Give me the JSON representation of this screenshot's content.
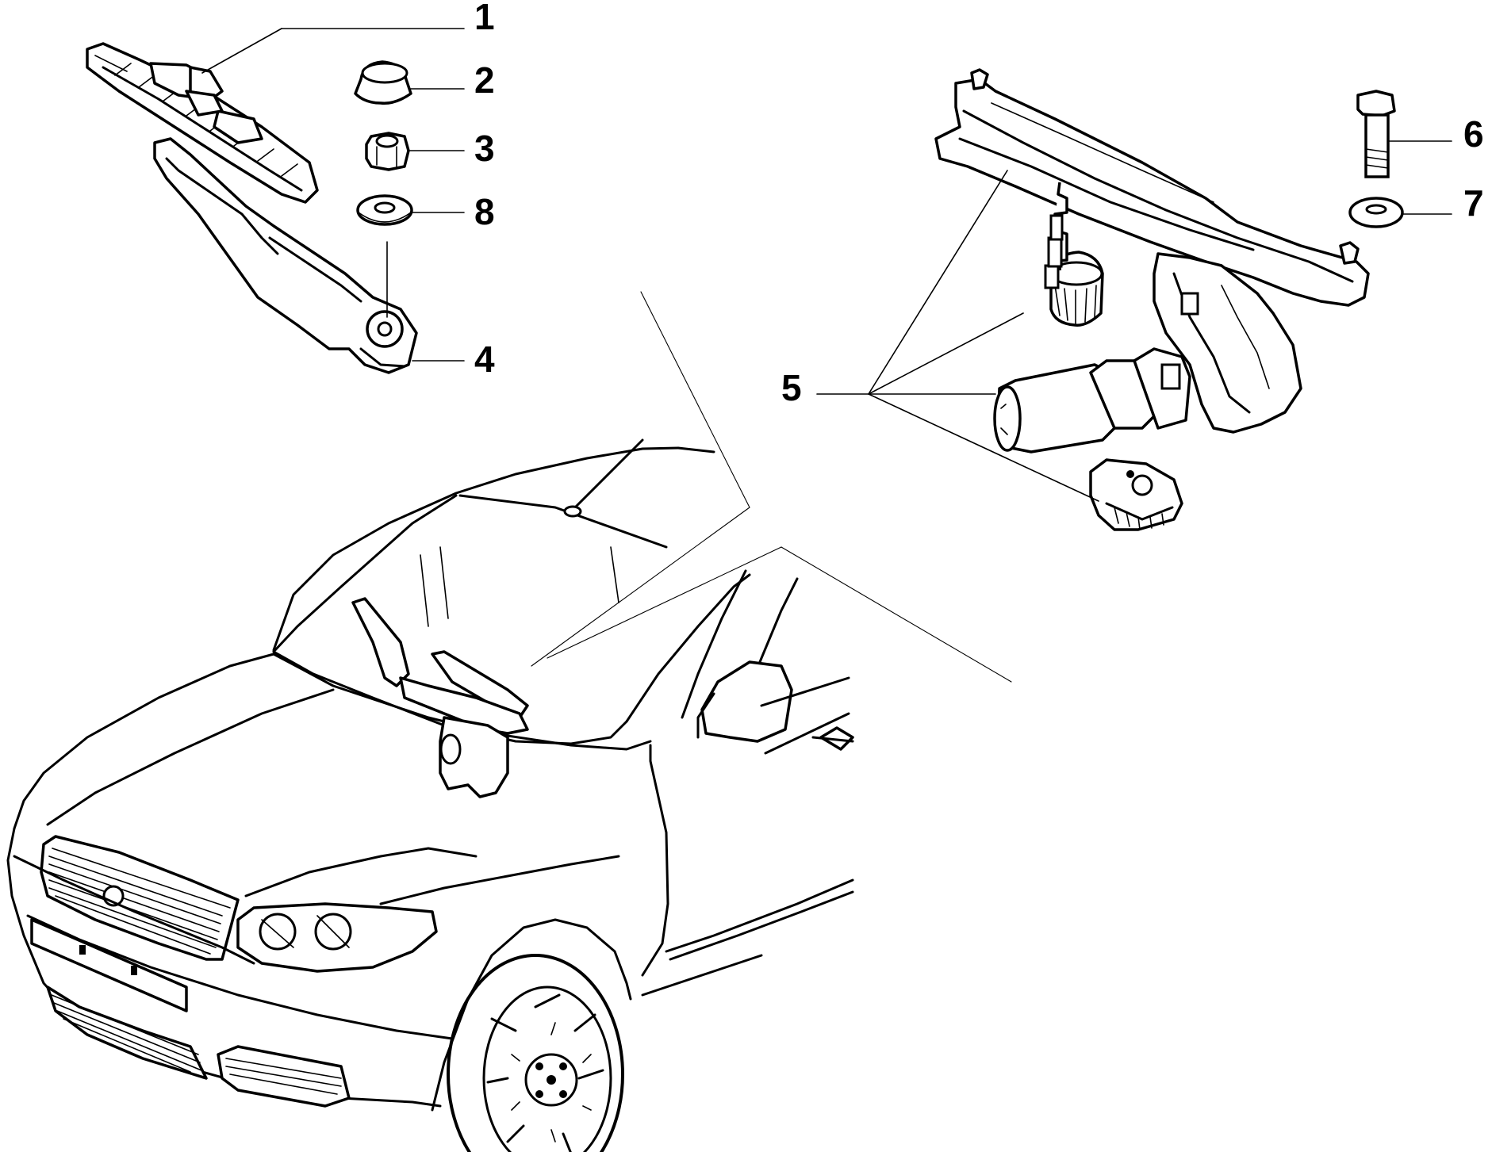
{
  "callouts": [
    {
      "id": "1",
      "label": "1"
    },
    {
      "id": "2",
      "label": "2"
    },
    {
      "id": "3",
      "label": "3"
    },
    {
      "id": "8",
      "label": "8"
    },
    {
      "id": "4",
      "label": "4"
    },
    {
      "id": "5",
      "label": "5"
    },
    {
      "id": "6",
      "label": "6"
    },
    {
      "id": "7",
      "label": "7"
    }
  ]
}
